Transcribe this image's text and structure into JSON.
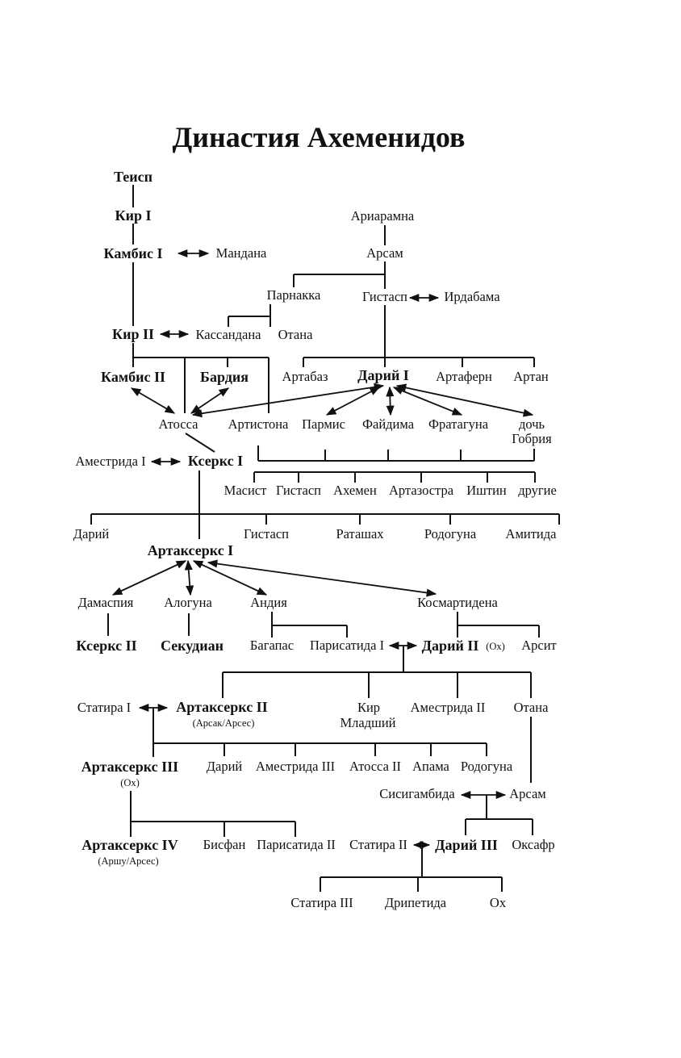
{
  "title": "Династия Ахеменидов",
  "people": {
    "teisp": "Теисп",
    "kir1": "Кир I",
    "kambis1": "Камбис I",
    "mandana": "Мандана",
    "ariaramna": "Ариарамна",
    "arsam1": "Арсам",
    "parnakka": "Парнакка",
    "gistasp1": "Гистасп",
    "irdabama": "Ирдабама",
    "kir2": "Кир II",
    "kassandana": "Кассандана",
    "otana1": "Отана",
    "kambis2": "Камбис II",
    "bardiya": "Бардия",
    "artabaz": "Артабаз",
    "dariy1": "Дарий I",
    "artafern": "Артаферн",
    "artan": "Артан",
    "atossa": "Атосса",
    "artistona": "Артистона",
    "parmis": "Пармис",
    "faydima": "Файдима",
    "frataguna": "Фратагуна",
    "doch": "дочь",
    "gobriya": "Гобрия",
    "amestrida1": "Аместрида I",
    "kserks1": "Ксеркс I",
    "masist": "Масист",
    "gistasp2": "Гистасп",
    "ahemen": "Ахемен",
    "artazostra": "Артазостра",
    "ishtin": "Иштин",
    "drugie": "другие",
    "dariy_s": "Дарий",
    "gistasp3": "Гистасп",
    "ratashah": "Раташах",
    "rodoguna1": "Родогуна",
    "amitida": "Амитида",
    "artakserks1": "Артаксеркс I",
    "damaspiya": "Дамаспия",
    "aloguna": "Алогуна",
    "andiya": "Андия",
    "kosmartidena": "Космартидена",
    "kserks2": "Ксеркс II",
    "sekudian": "Секудиан",
    "bagapas": "Багапас",
    "parisatida1": "Парисатида I",
    "dariy2": "Дарий II",
    "dariy2_note": "(Ох)",
    "arsit": "Арсит",
    "statira1": "Статира I",
    "artakserks2": "Артаксеркс II",
    "artakserks2_note": "(Арсак/Арсес)",
    "kir_ml1": "Кир",
    "kir_ml2": "Младший",
    "amestrida2": "Аместрида II",
    "otana2": "Отана",
    "artakserks3": "Артаксеркс III",
    "artakserks3_note": "(Ох)",
    "dariy_a": "Дарий",
    "amestrida3": "Аместрида III",
    "atossa2": "Атосса II",
    "apama": "Апама",
    "rodoguna2": "Родогуна",
    "sisigambida": "Сисигамбида",
    "arsam2": "Арсам",
    "artakserks4": "Артаксеркс IV",
    "artakserks4_note": "(Аршу/Арсес)",
    "bisfan": "Бисфан",
    "parisatida2": "Парисатида II",
    "statira2": "Статира II",
    "dariy3": "Дарий III",
    "oksafr": "Оксафр",
    "statira3": "Статира III",
    "dripetida": "Дрипетида",
    "oh": "Ох"
  }
}
